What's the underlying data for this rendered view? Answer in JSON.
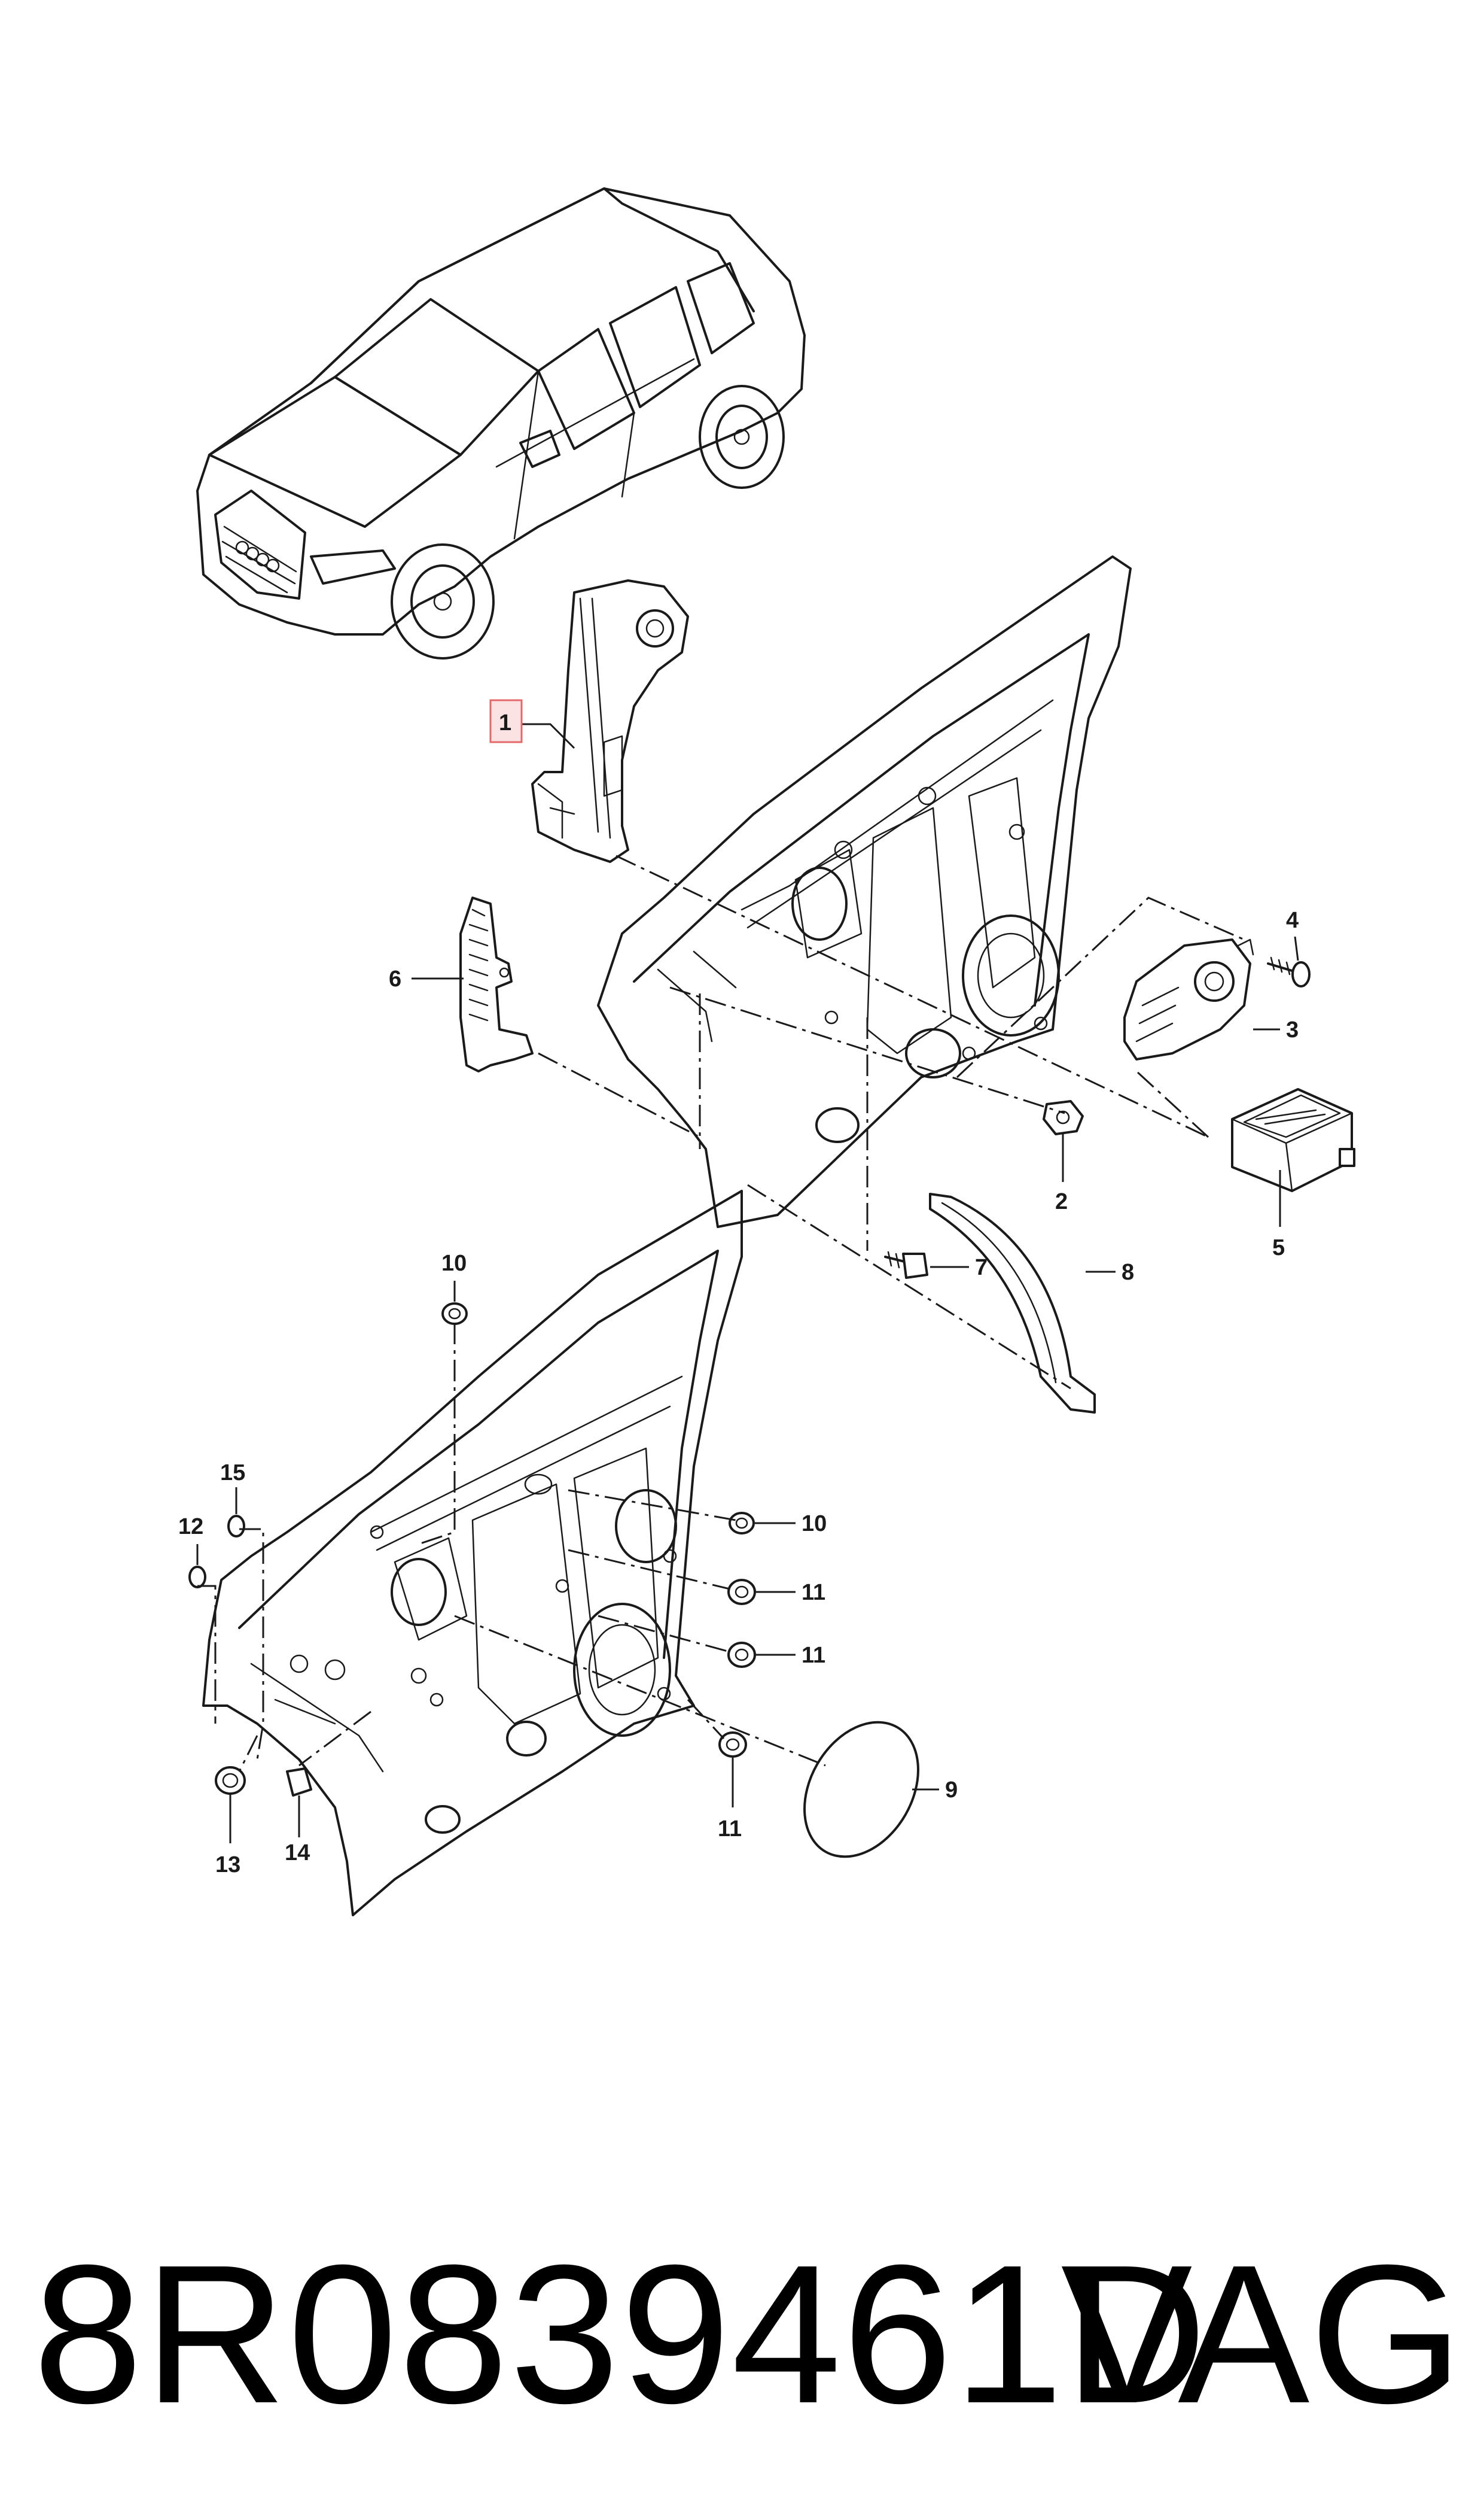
{
  "callouts": {
    "c1": "1",
    "c2": "2",
    "c3": "3",
    "c4": "4",
    "c5": "5",
    "c6": "6",
    "c7": "7",
    "c8": "8",
    "c9": "9",
    "c10a": "10",
    "c10b": "10",
    "c11a": "11",
    "c11b": "11",
    "c11c": "11",
    "c12": "12",
    "c13": "13",
    "c14": "14",
    "c15": "15"
  },
  "footer": {
    "part_number": "8R0839461D",
    "brand": "VAG"
  },
  "colors": {
    "line": "#1a1a1a",
    "highlight_fill": "#fbe3e3",
    "highlight_stroke": "#e46a6a",
    "background": "#ffffff"
  }
}
